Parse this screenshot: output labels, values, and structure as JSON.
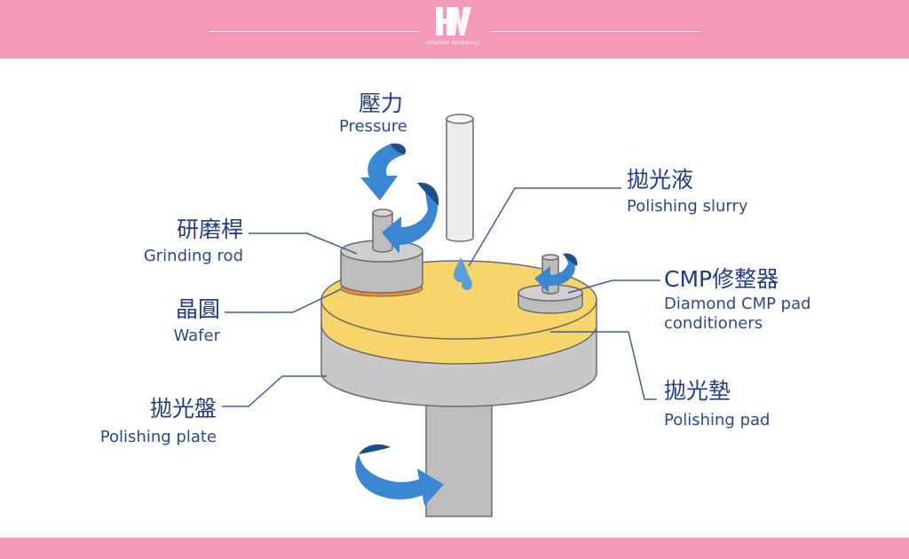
{
  "header": {
    "brand_logo_letters": "HW",
    "brand_logo_subtitle": "HOWWAY MATERIALS"
  },
  "labels": {
    "pressure_zh": "壓力",
    "pressure_en": "Pressure",
    "slurry_zh": "拋光液",
    "slurry_en": "Polishing slurry",
    "rod_zh": "研磨桿",
    "rod_en": "Grinding rod",
    "conditioner_zh": "CMP修整器",
    "conditioner_en_1": "Diamond CMP pad",
    "conditioner_en_2": "conditioners",
    "wafer_zh": "晶圓",
    "wafer_en": "Wafer",
    "pad_zh": "拋光墊",
    "pad_en": "Polishing pad",
    "plate_zh": "拋光盤",
    "plate_en": "Polishing plate"
  },
  "colors": {
    "band": "#f29ab7",
    "text": "#1f3d80",
    "arrow": "#3a86d0",
    "arrow_dark": "#1d4f86",
    "pad": "#f6d66a",
    "plate": "#c5c5c5",
    "wafer": "#f08c2c"
  }
}
